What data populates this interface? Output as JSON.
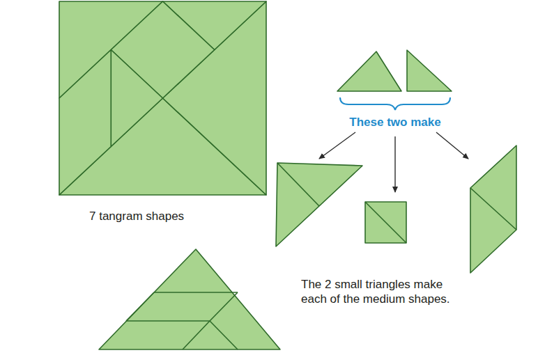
{
  "diagram": {
    "labels": [
      "7 tangram shapes",
      "These two make",
      "The 2 small triangles make each of the medium shapes."
    ]
  }
}
